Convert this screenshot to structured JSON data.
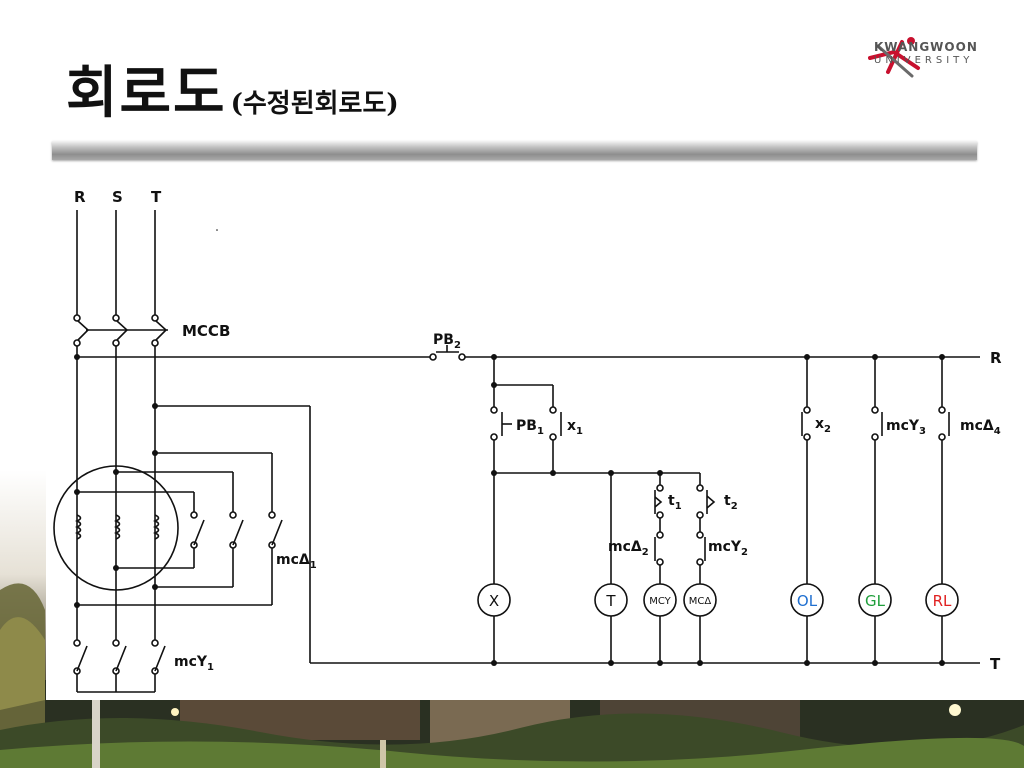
{
  "slide": {
    "title_main": "회로도",
    "title_sub": "(수정된회로도)",
    "logo_line1": "KWANGWOON",
    "logo_line2": "UNIVERSITY",
    "brand_color": "#c8102e"
  },
  "diagram": {
    "phase_labels": [
      "R",
      "S",
      "T"
    ],
    "breaker_label": "MCCB",
    "rail_labels": {
      "top": "R",
      "bottom": "T"
    },
    "contacts": {
      "pb2": {
        "base": "PB",
        "sub": "2"
      },
      "pb1": {
        "base": "PB",
        "sub": "1"
      },
      "x1": {
        "base": "x",
        "sub": "1"
      },
      "x2": {
        "base": "x",
        "sub": "2"
      },
      "mcy3": {
        "base": "mcY",
        "sub": "3"
      },
      "mcd4": {
        "base": "mcΔ",
        "sub": "4"
      },
      "t1": {
        "base": "t",
        "sub": "1"
      },
      "t2": {
        "base": "t",
        "sub": "2"
      },
      "mcd2": {
        "base": "mcΔ",
        "sub": "2"
      },
      "mcy2": {
        "base": "mcY",
        "sub": "2"
      },
      "mcd1": {
        "base": "mcΔ",
        "sub": "1"
      },
      "mcy1": {
        "base": "mcY",
        "sub": "1"
      }
    },
    "coils": [
      {
        "label": "X",
        "color": "#111111"
      },
      {
        "label": "T",
        "color": "#111111"
      },
      {
        "label": "MCY",
        "color": "#111111"
      },
      {
        "label": "MCΔ",
        "color": "#111111"
      },
      {
        "label": "OL",
        "color": "#1f6fd0"
      },
      {
        "label": "GL",
        "color": "#1e9e3a"
      },
      {
        "label": "RL",
        "color": "#e02020"
      }
    ]
  }
}
